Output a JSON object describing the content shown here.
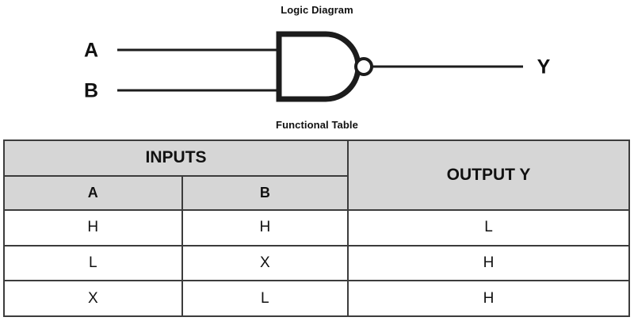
{
  "diagram": {
    "title": "Logic Diagram",
    "gate_type": "nand-gate",
    "inputs": [
      {
        "label": "A"
      },
      {
        "label": "B"
      }
    ],
    "output": {
      "label": "Y"
    }
  },
  "table": {
    "title": "Functional Table",
    "group_headers": [
      {
        "label": "INPUTS",
        "colspan": 2
      },
      {
        "label": "OUTPUT Y",
        "colspan": 1
      }
    ],
    "column_headers": [
      {
        "label": "A"
      },
      {
        "label": "B"
      }
    ],
    "rows": [
      {
        "a": "H",
        "b": "H",
        "y": "L"
      },
      {
        "a": "L",
        "b": "X",
        "y": "H"
      },
      {
        "a": "X",
        "b": "L",
        "y": "H"
      }
    ]
  },
  "colors": {
    "header_fill": "#d6d6d6",
    "border": "#3c3c3c",
    "ink": "#111111",
    "background": "#ffffff"
  }
}
